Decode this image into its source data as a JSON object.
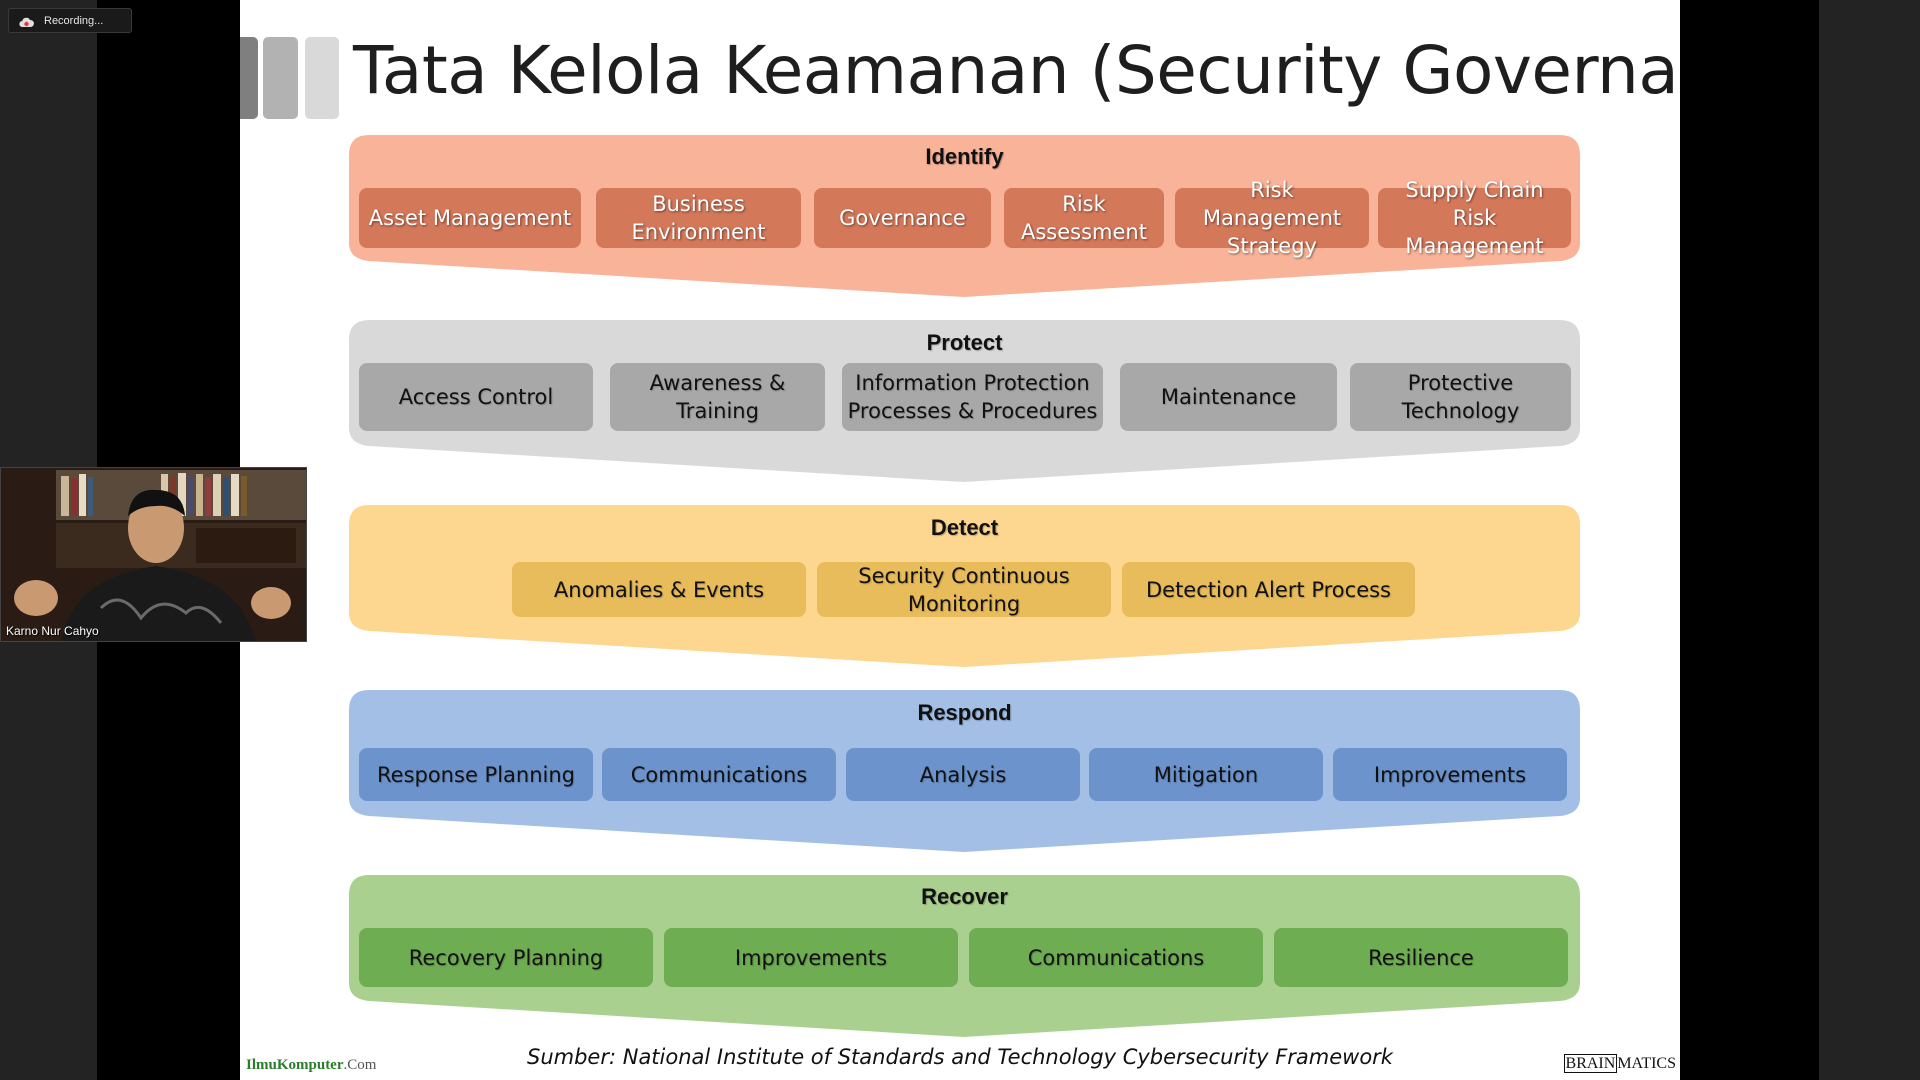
{
  "recording": {
    "label": "Recording..."
  },
  "slide": {
    "title": "Tata Kelola Keamanan (Security Governance)",
    "source": "Sumber: National Institute of Standards and Technology Cybersecurity Framework",
    "logo_left": {
      "main": "IlmuKomputer",
      "suffix": ".Com"
    },
    "logo_right": {
      "boxed": "BRAIN",
      "rest": "MATICS"
    }
  },
  "functions": [
    {
      "name": "Identify",
      "color": "#f8b398",
      "items": [
        "Asset Management",
        "Business Environment",
        "Governance",
        "Risk Assessment",
        "Risk Management Strategy",
        "Supply Chain Risk Management"
      ]
    },
    {
      "name": "Protect",
      "color": "#d9d9d9",
      "items": [
        "Access Control",
        "Awareness & Training",
        "Information Protection Processes & Procedures",
        "Maintenance",
        "Protective Technology"
      ]
    },
    {
      "name": "Detect",
      "color": "#fdd790",
      "items": [
        "Anomalies & Events",
        "Security Continuous Monitoring",
        "Detection Alert Process"
      ]
    },
    {
      "name": "Respond",
      "color": "#a3bfe6",
      "items": [
        "Response Planning",
        "Communications",
        "Analysis",
        "Mitigation",
        "Improvements"
      ]
    },
    {
      "name": "Recover",
      "color": "#a9d08e",
      "items": [
        "Recovery Planning",
        "Improvements",
        "Communications",
        "Resilience"
      ]
    }
  ],
  "participant": {
    "name": "Karno Nur Cahyo"
  }
}
